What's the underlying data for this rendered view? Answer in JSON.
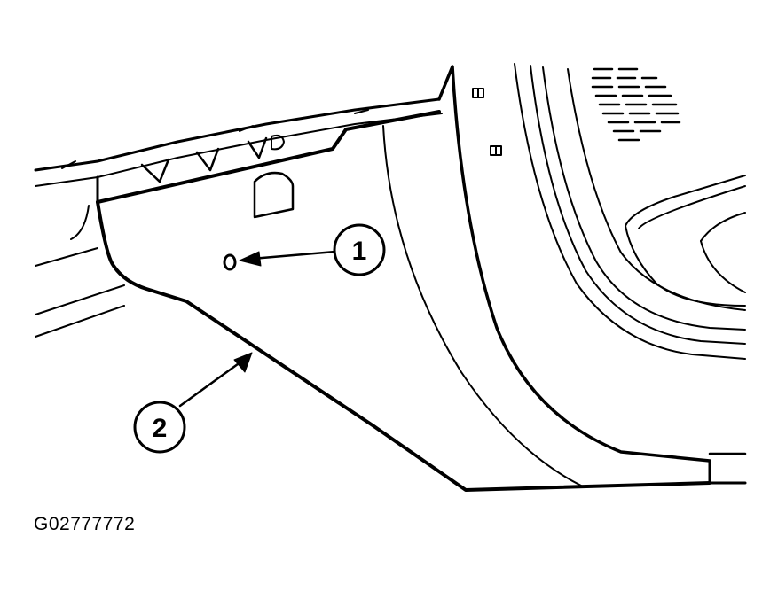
{
  "callouts": [
    {
      "label": "1",
      "target": "trim-panel-fastener"
    },
    {
      "label": "2",
      "target": "quarter-trim-panel"
    }
  ],
  "figure_id": "G02777772",
  "colors": {
    "line": "#000000",
    "background": "#ffffff"
  }
}
